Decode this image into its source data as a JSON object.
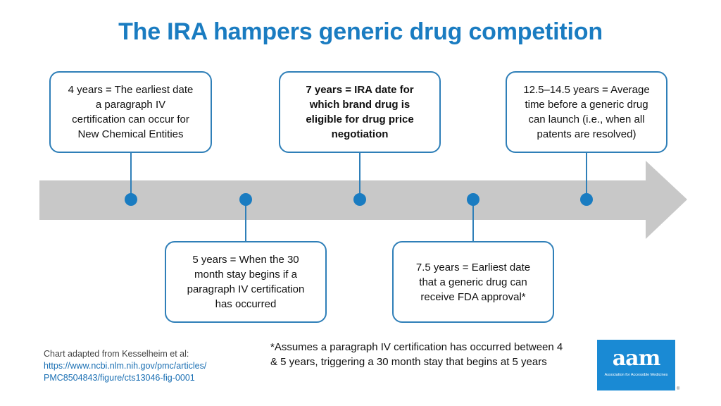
{
  "title": "The IRA hampers generic drug competition",
  "colors": {
    "title": "#1a7cc1",
    "arrow": "#c8c8c8",
    "marker": "#1a7cc1",
    "box_border": "#2f7fb8",
    "logo_bg": "#1a8ad4"
  },
  "milestones": [
    {
      "label_lines": [
        "4 years = The earliest date",
        "a paragraph IV",
        "certification can occur for",
        "New Chemical Entities"
      ],
      "position": "above",
      "bold": false
    },
    {
      "label_lines": [
        "5 years = When the 30",
        "month stay begins if a",
        "paragraph IV certification",
        "has occurred"
      ],
      "position": "below",
      "bold": false
    },
    {
      "label_lines": [
        "7 years = IRA date for",
        "which brand drug is",
        "eligible for drug price",
        "negotiation"
      ],
      "position": "above",
      "bold": true
    },
    {
      "label_lines": [
        "7.5 years = Earliest date",
        "that a generic drug can",
        "receive FDA approval*"
      ],
      "position": "below",
      "bold": false
    },
    {
      "label_lines": [
        "12.5–14.5 years = Average",
        "time before a generic drug",
        "can launch (i.e., when all",
        "patents are resolved)"
      ],
      "position": "above",
      "bold": false
    }
  ],
  "source": {
    "text": "Chart adapted from Kesselheim et al:",
    "link_line1": "https://www.ncbi.nlm.nih.gov/pmc/articles/",
    "link_line2": "PMC8504843/figure/cts13046-fig-0001"
  },
  "footnote": "*Assumes a paragraph IV certification has occurred between 4 & 5 years, triggering a 30 month stay that begins at 5 years",
  "logo": {
    "word": "aam",
    "subtitle": "Association for Accessible Medicines",
    "registered": "®"
  }
}
